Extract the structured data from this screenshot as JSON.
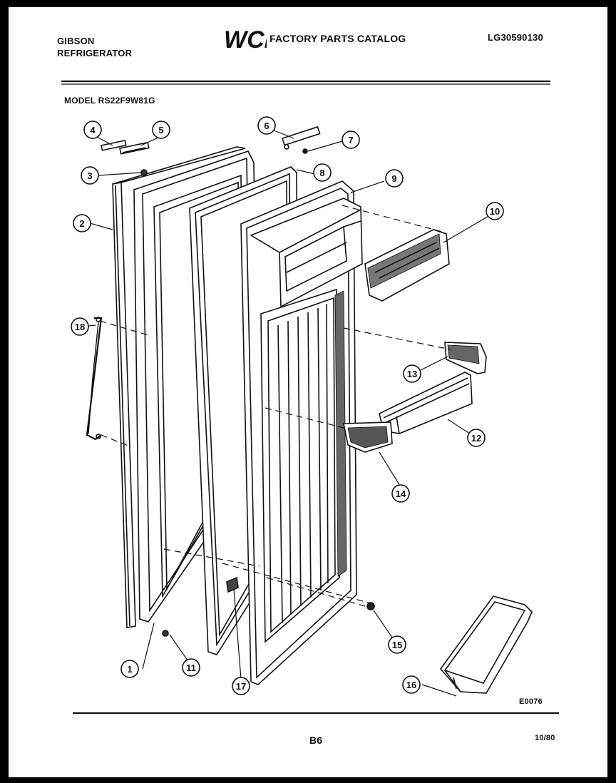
{
  "header": {
    "brand_line1": "GIBSON",
    "brand_line2": "REFRIGERATOR",
    "logo_text": "WCI",
    "catalog_title": "FACTORY PARTS CATALOG",
    "doc_number": "LG30590130",
    "model_label": "MODEL RS22F9W81G"
  },
  "callouts": [
    "1",
    "2",
    "3",
    "4",
    "5",
    "6",
    "7",
    "8",
    "9",
    "10",
    "11",
    "12",
    "13",
    "14",
    "15",
    "16",
    "17",
    "18"
  ],
  "footer": {
    "diagram_code": "E0076",
    "page_number": "B6",
    "date_code": "10/80"
  }
}
